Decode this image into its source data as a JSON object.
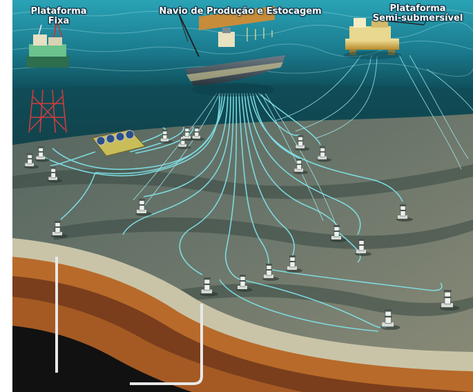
{
  "labels": {
    "fixed_platform": {
      "line1": "Plataforma",
      "line2": "Fixa"
    },
    "fpso": "Navio de Produção e Estocagem",
    "semi_sub": {
      "line1": "Plataforma",
      "line2": "Semi-submersível"
    }
  },
  "colors": {
    "sea_surface": "#1f8fa6",
    "deep_water": "#0e4a56",
    "seabed": "#5c6962",
    "flowline": "#7fe0e6",
    "sediment_light": "#c9c4a8",
    "sediment_orange": "#b86a2a",
    "sediment_brown": "#7a3e1c"
  },
  "icons": [
    "fixed-platform-icon",
    "fpso-ship-icon",
    "semi-submersible-icon",
    "manifold-icon",
    "wellhead-icon",
    "well-bore-icon"
  ]
}
